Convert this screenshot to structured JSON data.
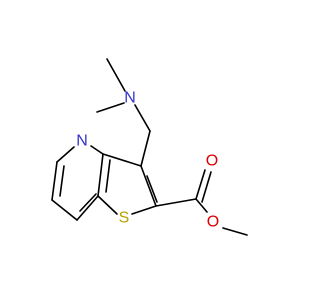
{
  "molecule": {
    "atoms": {
      "N_amine": {
        "symbol": "N",
        "color": "#3333cc"
      },
      "N_pyridine": {
        "symbol": "N",
        "color": "#3333cc"
      },
      "S_thiophene": {
        "symbol": "S",
        "color": "#b8a000"
      },
      "O_carbonyl": {
        "symbol": "O",
        "color": "#dd0000"
      },
      "O_ester": {
        "symbol": "O",
        "color": "#dd0000"
      }
    },
    "bond_color": "#000000"
  }
}
